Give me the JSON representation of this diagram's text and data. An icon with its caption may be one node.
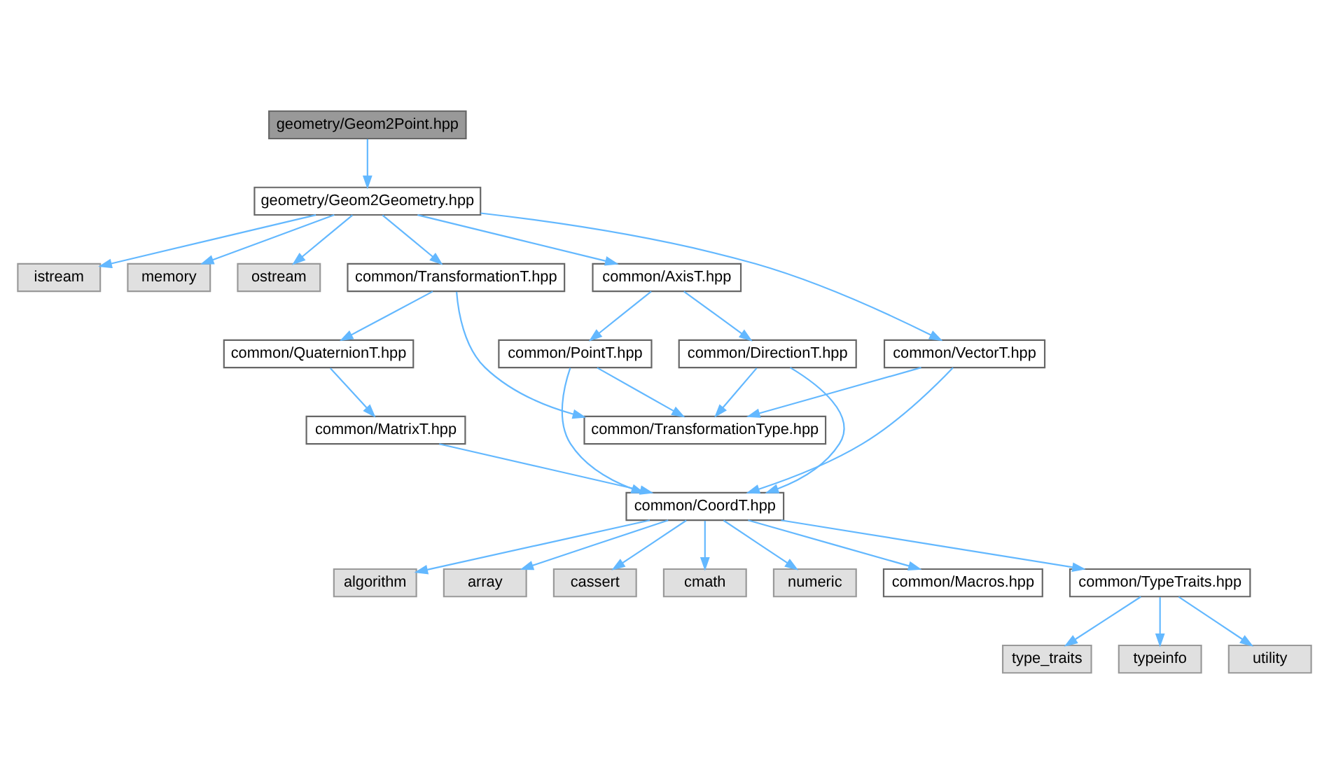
{
  "diagram": {
    "nodes": [
      {
        "text": [
          "geometry/Geom2Point.hpp"
        ]
      },
      {
        "text": [
          "geometry/Geom2Geometry.hpp"
        ]
      },
      {
        "text": [
          "istream"
        ]
      },
      {
        "text": [
          "memory"
        ]
      },
      {
        "text": [
          "ostream"
        ]
      },
      {
        "text": [
          "common/TransformationT.hpp"
        ]
      },
      {
        "text": [
          "common/AxisT.hpp"
        ]
      },
      {
        "text": [
          "common/QuaternionT.hpp"
        ]
      },
      {
        "text": [
          "common/VectorT.hpp"
        ]
      },
      {
        "text": [
          "common/PointT.hpp"
        ]
      },
      {
        "text": [
          "common/DirectionT.hpp"
        ]
      },
      {
        "text": [
          "common/MatrixT.hpp"
        ]
      },
      {
        "text": [
          "common/TransformationType.hpp"
        ]
      },
      {
        "text": [
          "common/CoordT.hpp"
        ]
      },
      {
        "text": [
          "algorithm"
        ]
      },
      {
        "text": [
          "array"
        ]
      },
      {
        "text": [
          "cassert"
        ]
      },
      {
        "text": [
          "cmath"
        ]
      },
      {
        "text": [
          "numeric"
        ]
      },
      {
        "text": [
          "common/Macros.hpp"
        ]
      },
      {
        "text": [
          "common/TypeTraits.hpp"
        ]
      },
      {
        "text": [
          "type_traits"
        ]
      },
      {
        "text": [
          "typeinfo"
        ]
      },
      {
        "text": [
          "utility"
        ]
      }
    ],
    "edges": [
      {
        "from": 0,
        "to": 1,
        "arrow": "to"
      },
      {
        "from": 1,
        "to": 2,
        "arrow": "to"
      },
      {
        "from": 1,
        "to": 3,
        "arrow": "to"
      },
      {
        "from": 1,
        "to": 4,
        "arrow": "to"
      },
      {
        "from": 1,
        "to": 8,
        "arrow": "to"
      },
      {
        "from": 1,
        "to": 5,
        "arrow": "to"
      },
      {
        "from": 1,
        "to": 6,
        "arrow": "to"
      },
      {
        "from": 5,
        "to": 7,
        "arrow": "to"
      },
      {
        "from": 5,
        "to": 12,
        "arrow": "to"
      },
      {
        "from": 6,
        "to": 9,
        "arrow": "to"
      },
      {
        "from": 6,
        "to": 10,
        "arrow": "to"
      },
      {
        "from": 7,
        "to": 11,
        "arrow": "to"
      },
      {
        "from": 8,
        "to": 12,
        "arrow": "to"
      },
      {
        "from": 8,
        "to": 13,
        "arrow": "to"
      },
      {
        "from": 9,
        "to": 12,
        "arrow": "to"
      },
      {
        "from": 9,
        "to": 13,
        "arrow": "to"
      },
      {
        "from": 10,
        "to": 12,
        "arrow": "to"
      },
      {
        "from": 10,
        "to": 13,
        "arrow": "to"
      },
      {
        "from": 11,
        "to": 13,
        "arrow": "to"
      },
      {
        "from": 13,
        "to": 14,
        "arrow": "to"
      },
      {
        "from": 13,
        "to": 15,
        "arrow": "to"
      },
      {
        "from": 13,
        "to": 16,
        "arrow": "to"
      },
      {
        "from": 13,
        "to": 17,
        "arrow": "to"
      },
      {
        "from": 13,
        "to": 18,
        "arrow": "to"
      },
      {
        "from": 13,
        "to": 19,
        "arrow": "to"
      },
      {
        "from": 13,
        "to": 20,
        "arrow": "to"
      },
      {
        "from": 20,
        "to": 21,
        "arrow": "to"
      },
      {
        "from": 20,
        "to": 22,
        "arrow": "to"
      },
      {
        "from": 20,
        "to": 23,
        "arrow": "to"
      }
    ]
  }
}
